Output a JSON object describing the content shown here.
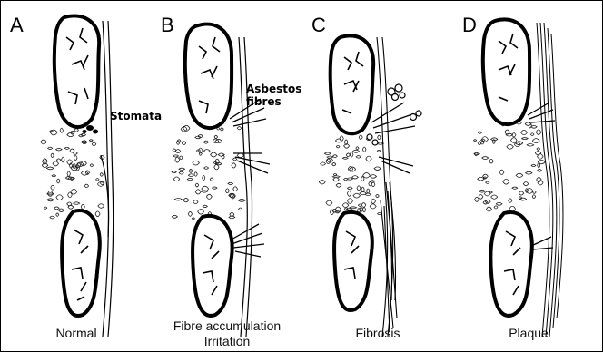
{
  "panels": [
    {
      "letter": "A",
      "caption": [
        "Normal"
      ],
      "annotation": [
        "Stomata"
      ]
    },
    {
      "letter": "B",
      "caption": [
        "Fibre accumulation",
        "Irritation"
      ],
      "annotation": [
        "Asbestos",
        "fibres"
      ]
    },
    {
      "letter": "C",
      "caption": [
        "Fibrosis"
      ]
    },
    {
      "letter": "D",
      "caption": [
        "Plaque"
      ]
    }
  ]
}
